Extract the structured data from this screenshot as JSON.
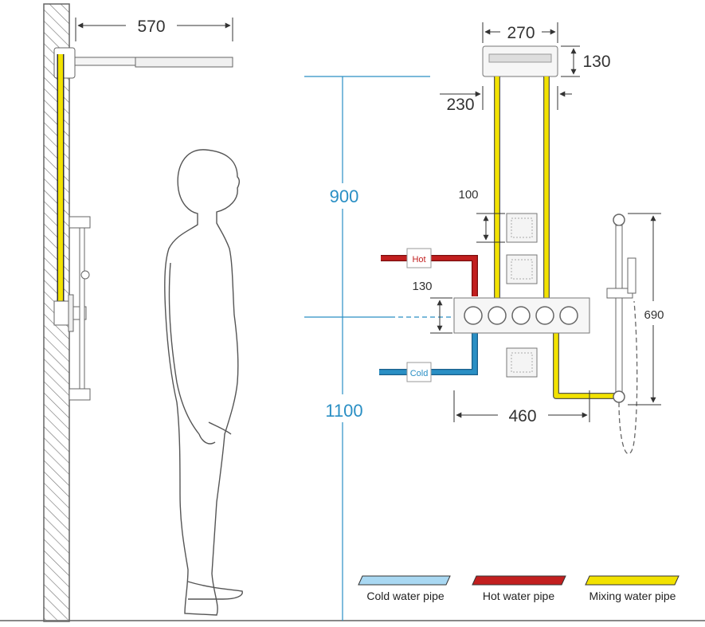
{
  "dimensions": {
    "arm_length": "570",
    "head_width": "270",
    "head_height": "130",
    "head_depth": "230",
    "jet_spacing": "100",
    "valve_height": "130",
    "valve_width": "460",
    "slide_bar_length": "690"
  },
  "heights": {
    "upper": "900",
    "lower": "1100"
  },
  "pipe_tags": {
    "hot": "Hot",
    "cold": "Cold"
  },
  "legend": {
    "cold": {
      "label": "Cold water pipe",
      "color": "#a9d8f2"
    },
    "hot": {
      "label": "Hot water pipe",
      "color": "#c21f1f"
    },
    "mixing": {
      "label": "Mixing water pipe",
      "color": "#f2e200"
    }
  },
  "colors": {
    "height_lines": "#2a8fc4",
    "mixing_pipe": "#f2e200",
    "hot_pipe": "#c21f1f",
    "cold_pipe": "#2a8fc4"
  }
}
